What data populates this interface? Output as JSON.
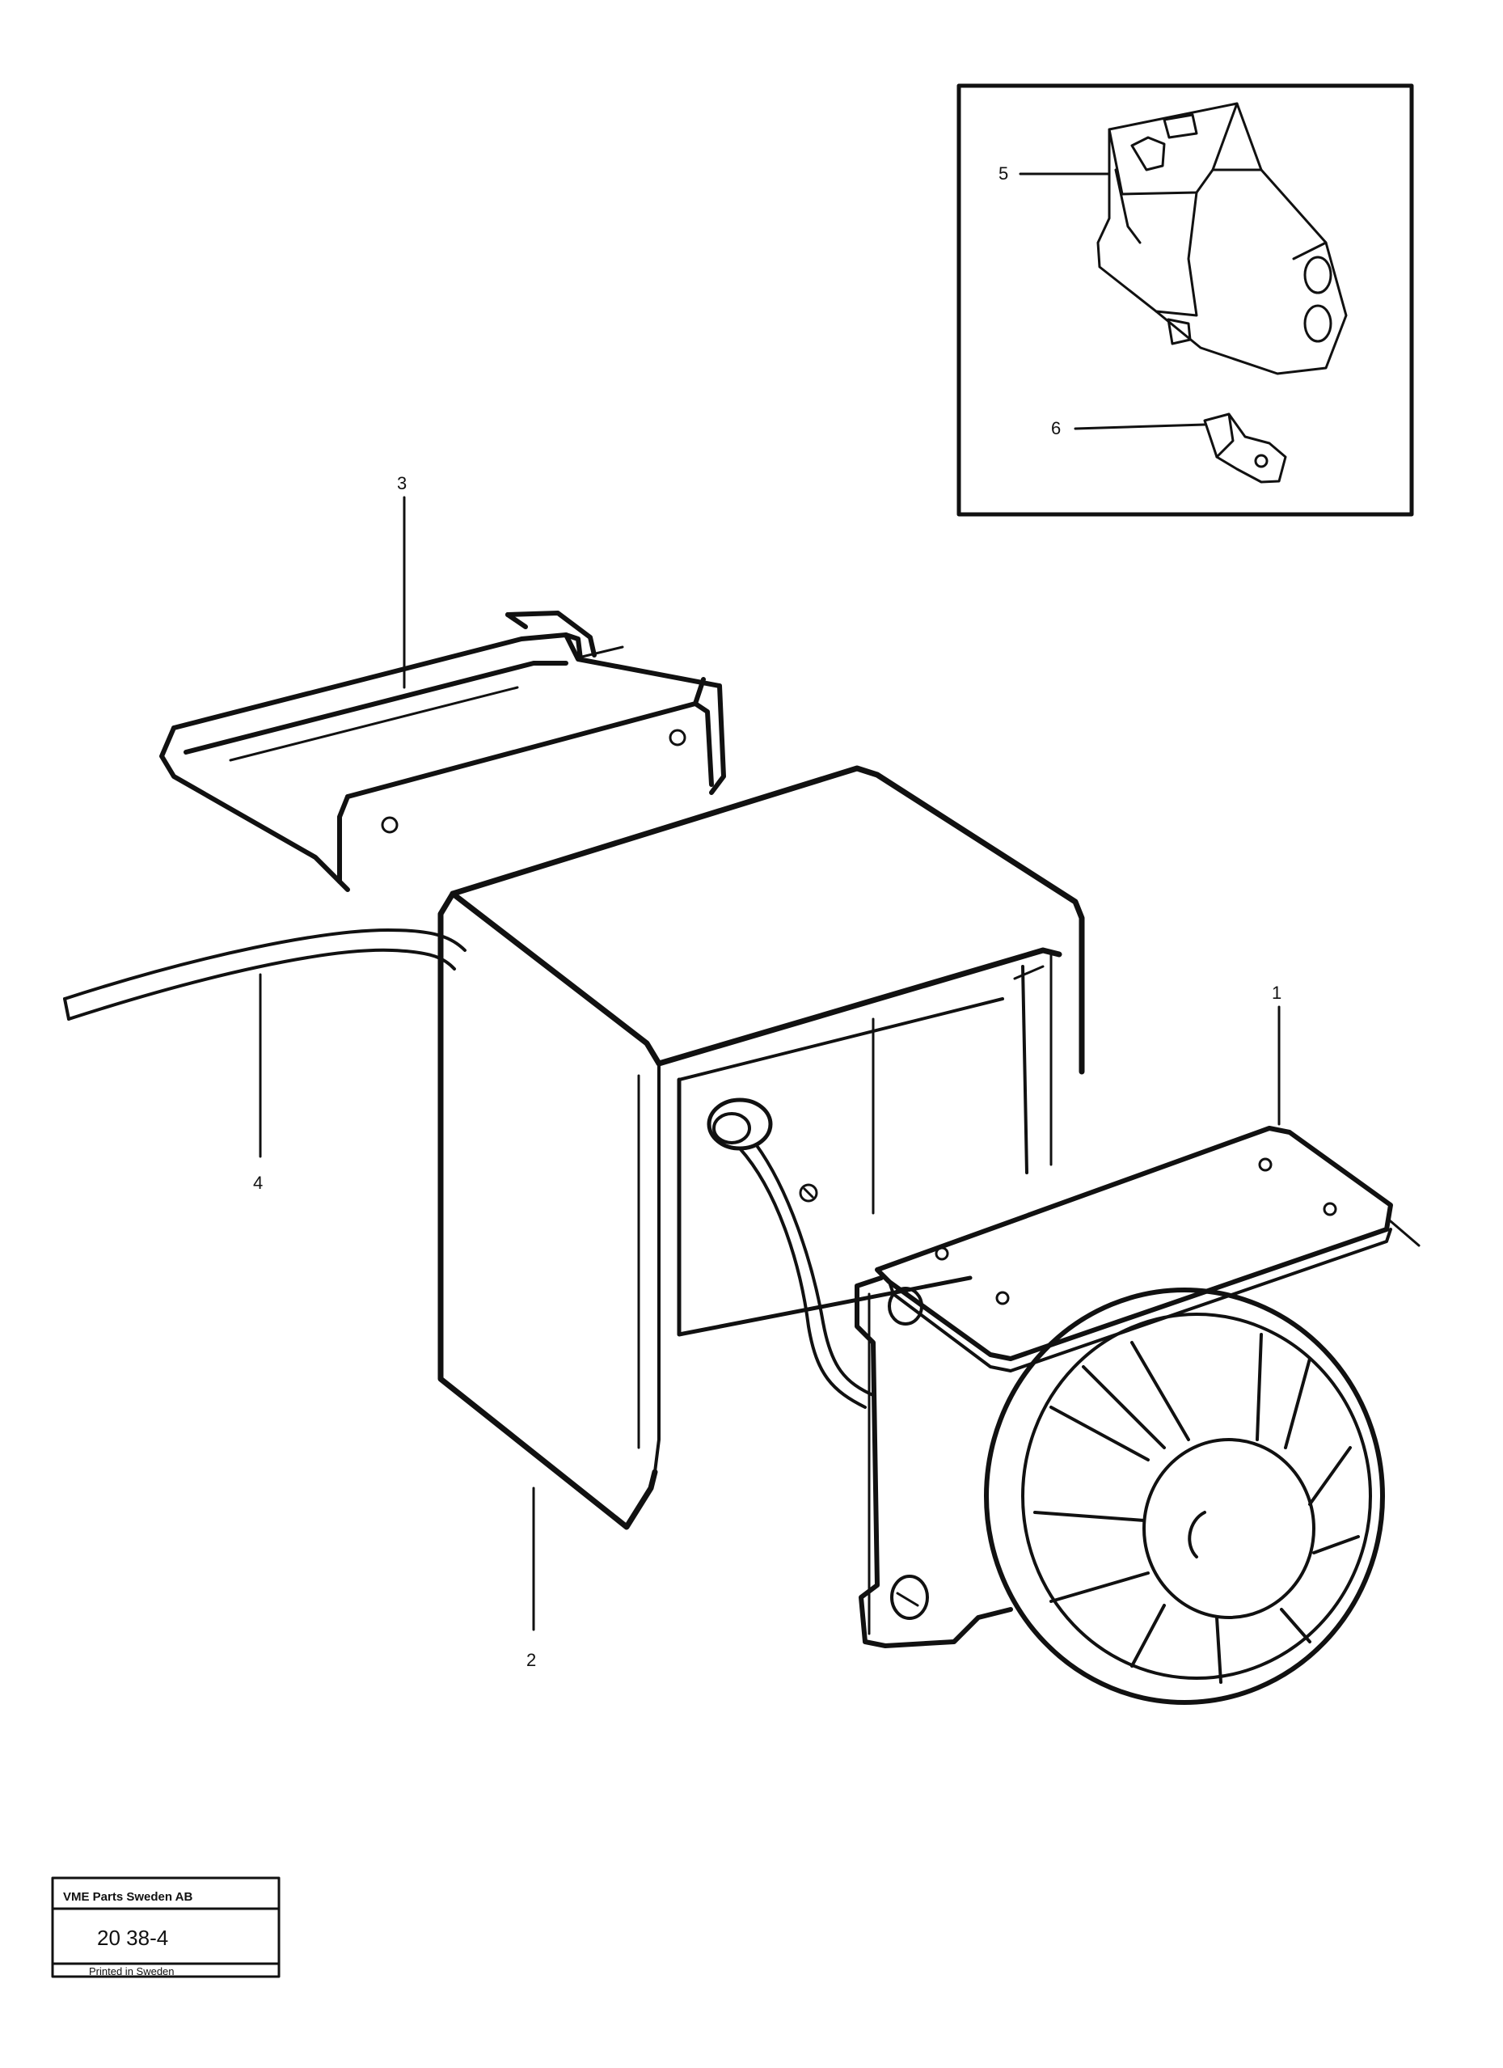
{
  "callouts": {
    "c1": "1",
    "c2": "2",
    "c3": "3",
    "c4": "4",
    "c5": "5",
    "c6": "6"
  },
  "stamp": {
    "company": "VME Parts Sweden AB",
    "code": "20 38-4",
    "footer": "Printed in Sweden"
  }
}
